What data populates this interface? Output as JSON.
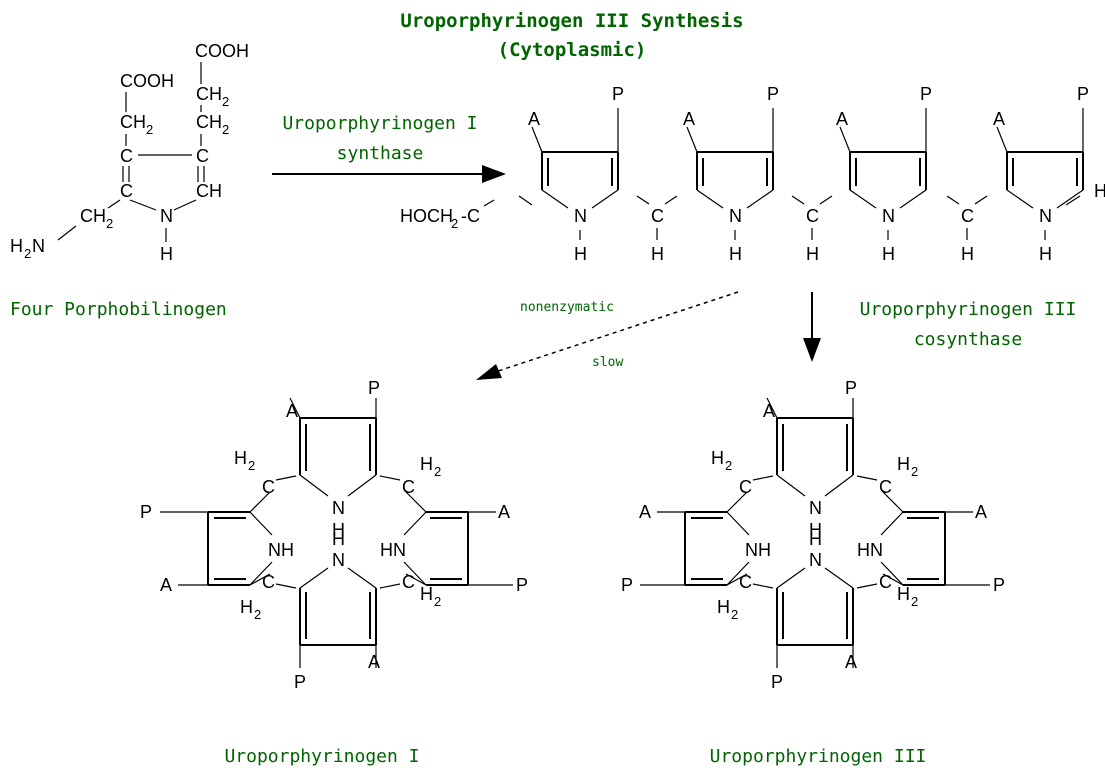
{
  "title": {
    "line1": "Uroporphyrinogen III Synthesis",
    "line2": "(Cytoplasmic)"
  },
  "reactant": {
    "label": "Four Porphobilinogen"
  },
  "enzyme1": {
    "line1": "Uroporphyrinogen I",
    "line2": "synthase"
  },
  "enzyme2": {
    "line1": "Uroporphyrinogen III",
    "line2": "cosynthase"
  },
  "side_path": {
    "label1": "nonenzymatic",
    "label2": "slow"
  },
  "products": {
    "left_label": "Uroporphyrinogen I",
    "right_label": "Uroporphyrinogen III"
  },
  "atoms": {
    "cooh": "COOH",
    "ch": "CH",
    "c": "C",
    "h": "H",
    "n": "N",
    "nh": "NH",
    "hn": "HN",
    "a": "A",
    "p": "P",
    "hoch": "HOCH",
    "two": "2",
    "dashc": "-C"
  },
  "colors": {
    "label_green": "#006400",
    "structure_black": "#000000"
  }
}
